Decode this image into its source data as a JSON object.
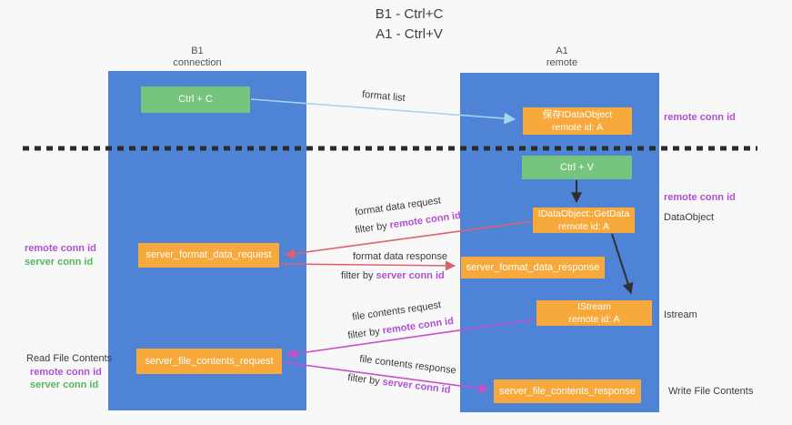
{
  "title": {
    "line1": "B1 - Ctrl+C",
    "line2": "A1 - Ctrl+V"
  },
  "lanes": {
    "left": {
      "title": "B1",
      "subtitle": "connection"
    },
    "right": {
      "title": "A1",
      "subtitle": "remote"
    }
  },
  "boxes": {
    "ctrl_c": {
      "label": "Ctrl + C"
    },
    "ctrl_v": {
      "label": "Ctrl + V"
    },
    "save_idataobject": {
      "line1": "保存IDataObject",
      "line2": "remote id: A"
    },
    "idataobject_getdata": {
      "line1": "IDataObject::GetData",
      "line2": "remote id: A"
    },
    "istream": {
      "line1": "IStream",
      "line2": "remote id: A"
    },
    "server_format_data_request": {
      "label": "server_format_data_request"
    },
    "server_format_data_response": {
      "label": "server_format_data_response"
    },
    "server_file_contents_request": {
      "label": "server_file_contents_request"
    },
    "server_file_contents_response": {
      "label": "server_file_contents_response"
    }
  },
  "side_labels": {
    "remote_conn_id": "remote conn id",
    "server_conn_id": "server conn id",
    "dataobject": "DataObject",
    "istream": "Istream",
    "read_file_contents": "Read File Contents",
    "write_file_contents": "Write File Contents"
  },
  "arrow_labels": {
    "format_list": "format list",
    "format_data_request": "format data request",
    "format_data_response": "format data response",
    "file_contents_request": "file contents request",
    "file_contents_response": "file contents response",
    "filter_by": "filter by"
  },
  "colors": {
    "lane_blue": "#4e83d6",
    "box_green": "#77c47e",
    "box_orange": "#f8a93c",
    "arrow_light_blue": "#a9d3f0",
    "arrow_salmon": "#e0606e",
    "arrow_magenta": "#c94fc9",
    "arrow_black": "#2f2f2f",
    "label_purple": "#b050d0",
    "label_green": "#55b65f"
  }
}
